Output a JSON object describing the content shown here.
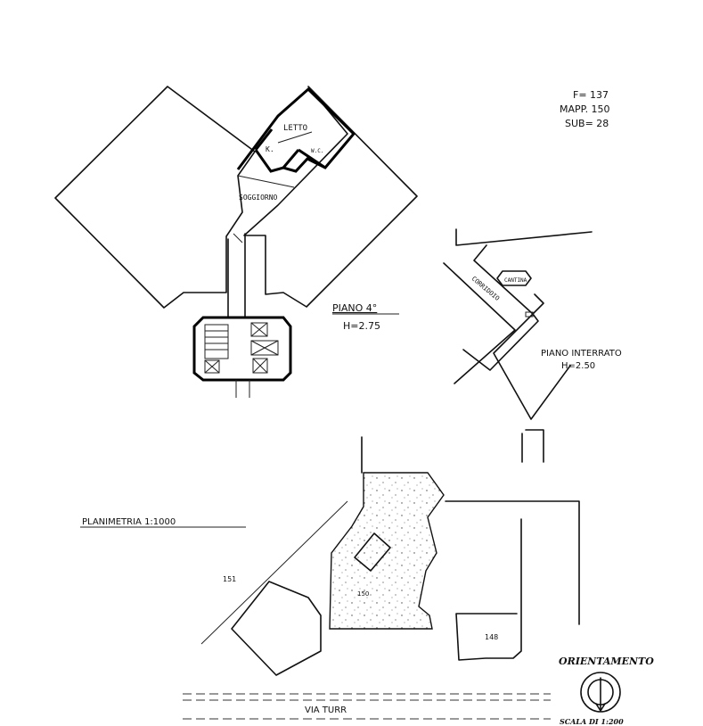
{
  "cadastral": {
    "foglio": "F= 137",
    "mappale": "MAPP. 150",
    "subalterno": "SUB= 28"
  },
  "floor_plan": {
    "rooms": {
      "letto": "LETTO",
      "cucina": "K.",
      "wc": "W.C.",
      "soggiorno": "SOGGIORNO"
    },
    "title": "PIANO 4°",
    "height": "H=2.75"
  },
  "basement": {
    "corridor": "CORRIDOIO",
    "cantina": "CANTINA",
    "title": "PIANO INTERRATO",
    "height": "H=2.50"
  },
  "site_plan": {
    "title": "PLANIMETRIA 1:1000",
    "parcel_151": "151",
    "parcel_150": "150",
    "parcel_148": "148",
    "street": "VIA TURR"
  },
  "orientation": {
    "label": "ORIENTAMENTO",
    "scale": "SCALA DI 1:200"
  }
}
